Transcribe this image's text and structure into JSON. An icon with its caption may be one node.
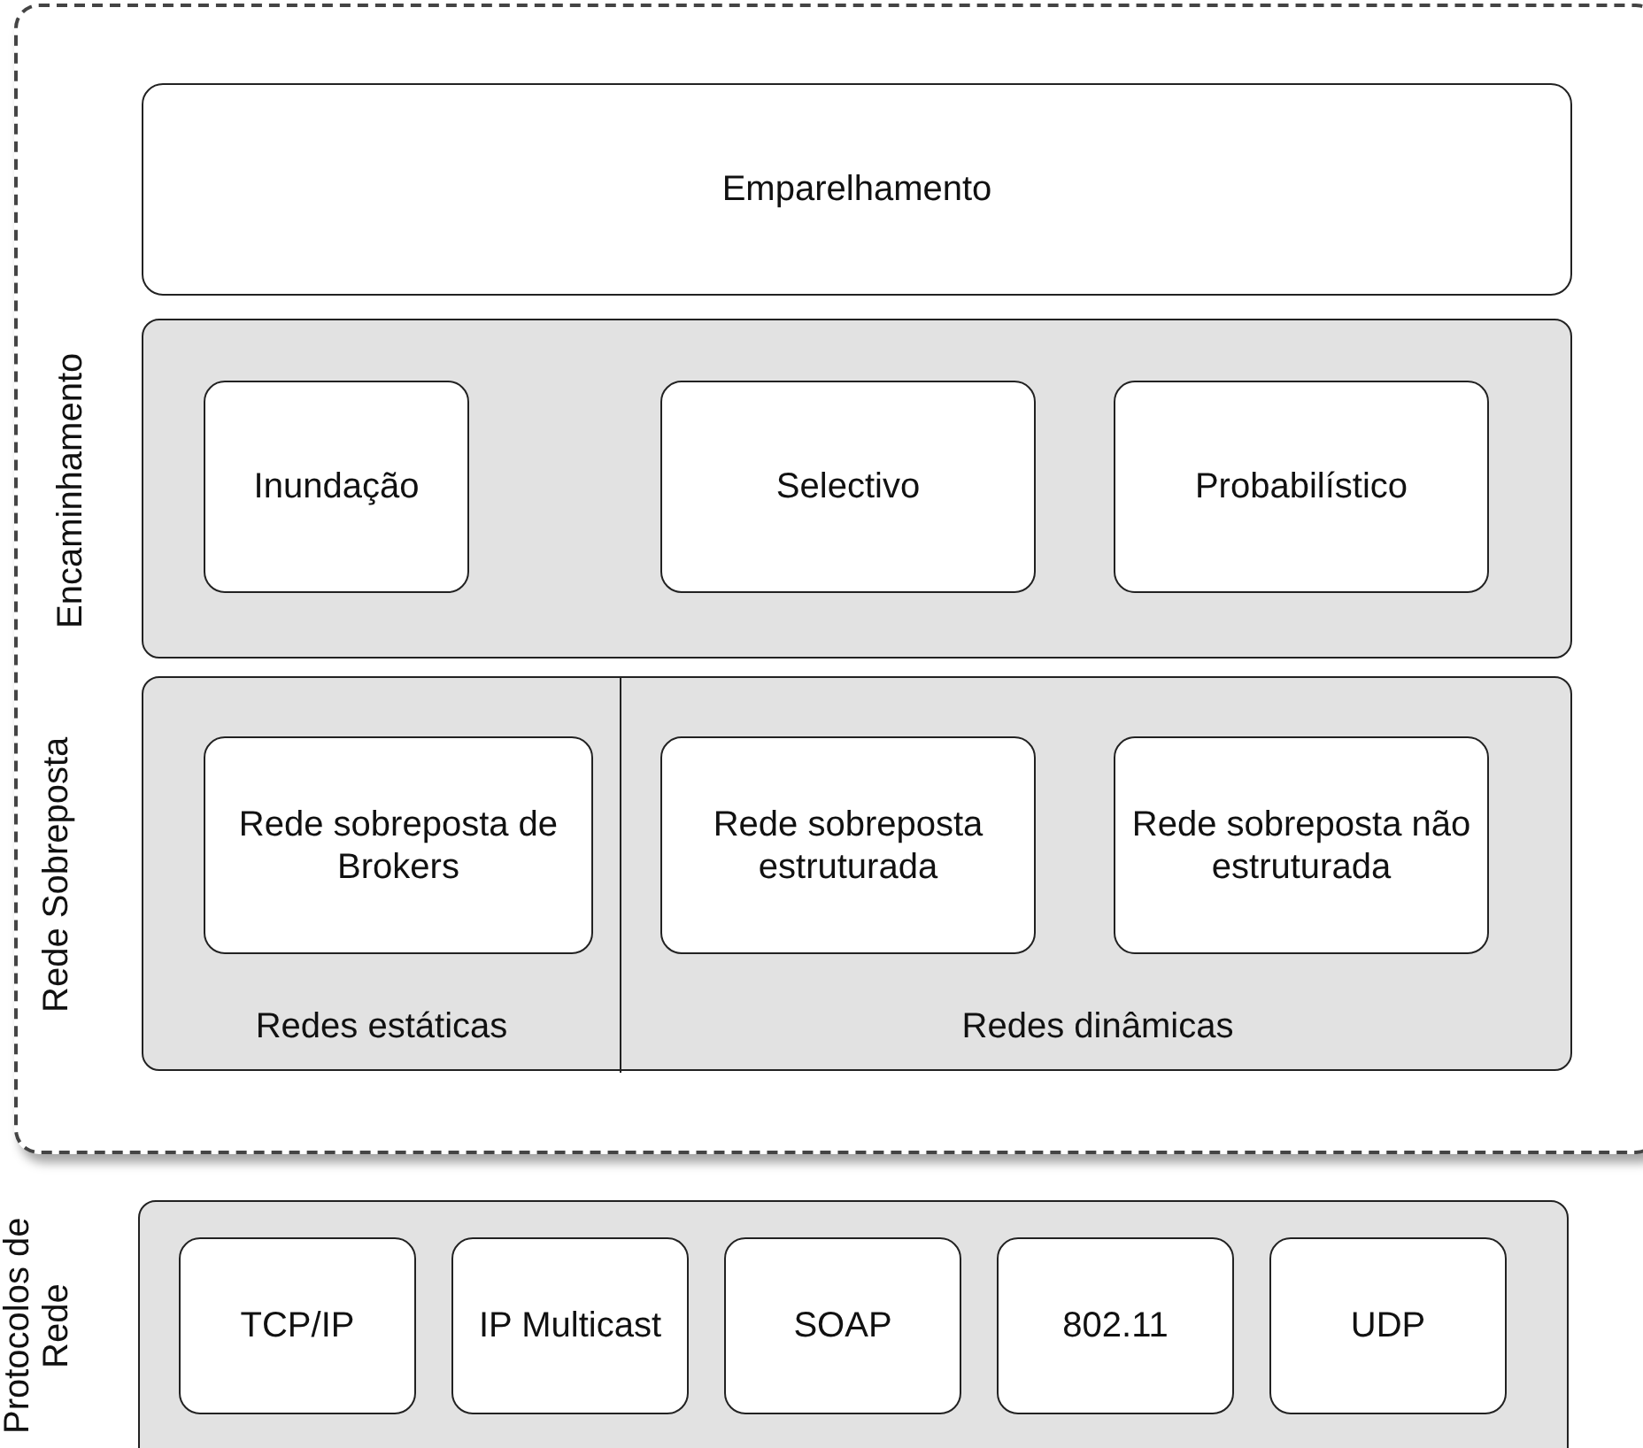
{
  "diagram": {
    "nodes": [
      {
        "text": [],
        "shape": "box"
      },
      {
        "text": [
          "Emparelhamento"
        ],
        "in": 0
      },
      {
        "text": [
          "Encaminhamento"
        ],
        "in": 0
      },
      {
        "text": [
          "Inundação"
        ],
        "in": 2
      },
      {
        "text": [
          "Selectivo"
        ],
        "in": 2
      },
      {
        "text": [
          "Probabilístico"
        ],
        "in": 2
      },
      {
        "text": [
          "Rede Sobreposta"
        ],
        "in": 0
      },
      {
        "text": [
          "Redes estáticas"
        ],
        "in": 6
      },
      {
        "text": [
          "Rede sobreposta de Brokers"
        ],
        "in": 7
      },
      {
        "text": [
          "Redes dinâmicas"
        ],
        "in": 6
      },
      {
        "text": [
          "Rede sobreposta estruturada"
        ],
        "in": 9
      },
      {
        "text": [
          "Rede sobreposta não estruturada"
        ],
        "in": 9
      },
      {
        "text": [
          "Protocolos de Rede"
        ]
      },
      {
        "text": [
          "TCP/IP"
        ],
        "in": 12
      },
      {
        "text": [
          "IP Multicast"
        ],
        "in": 12
      },
      {
        "text": [
          "SOAP"
        ],
        "in": 12
      },
      {
        "text": [
          "802.11"
        ],
        "in": 12
      },
      {
        "text": [
          "UDP"
        ],
        "in": 12
      }
    ]
  }
}
